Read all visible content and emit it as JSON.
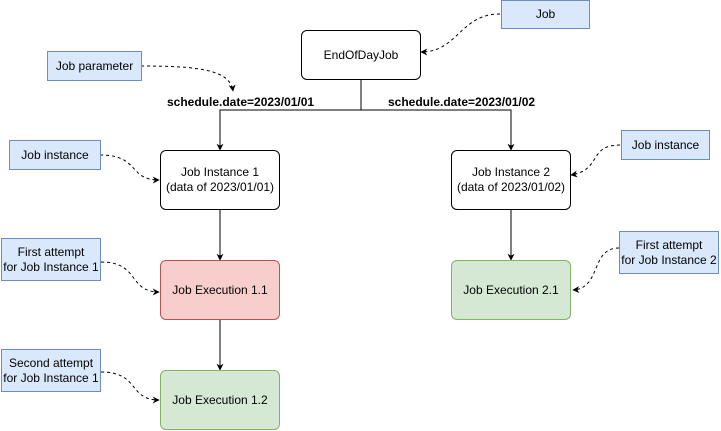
{
  "nodes": {
    "job": {
      "label": "EndOfDayJob"
    },
    "instance1": {
      "line1": "Job Instance 1",
      "line2": "(data of 2023/01/01)"
    },
    "instance2": {
      "line1": "Job Instance 2",
      "line2": "(data of 2023/01/02)"
    },
    "exec11": {
      "label": "Job Execution 1.1",
      "status": "failed",
      "color": "#f8cecc"
    },
    "exec12": {
      "label": "Job Execution 1.2",
      "status": "success",
      "color": "#d5e8d4"
    },
    "exec21": {
      "label": "Job Execution 2.1",
      "status": "success",
      "color": "#d5e8d4"
    }
  },
  "edge_labels": {
    "param1": "schedule.date=2023/01/01",
    "param2": "schedule.date=2023/01/02"
  },
  "notes": {
    "job": "Job",
    "job_parameter": "Job parameter",
    "job_instance_left": "Job instance",
    "job_instance_right": "Job instance",
    "first_attempt_1": {
      "line1": "First attempt",
      "line2": "for Job Instance 1"
    },
    "second_attempt_1": {
      "line1": "Second attempt",
      "line2": "for Job Instance 1"
    },
    "first_attempt_2": {
      "line1": "First attempt",
      "line2": "for Job Instance 2"
    }
  },
  "colors": {
    "note_fill": "#dae8fc",
    "note_border": "#6c8ebf",
    "failed": "#f8cecc",
    "success": "#d5e8d4"
  }
}
